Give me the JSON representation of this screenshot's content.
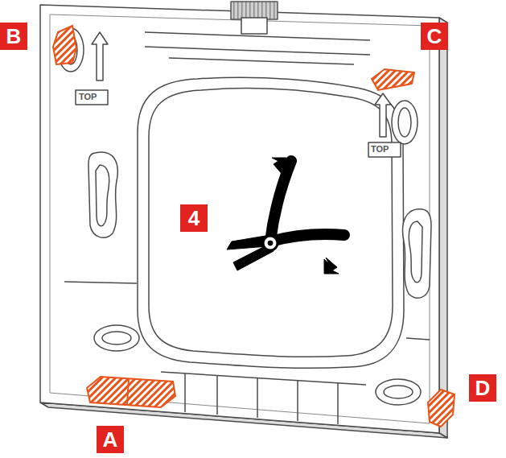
{
  "diagram": {
    "nodes": [
      {
        "text": [
          "B"
        ]
      },
      {
        "text": [
          "C"
        ]
      },
      {
        "text": [
          "4"
        ]
      },
      {
        "text": [
          "D"
        ]
      },
      {
        "text": [
          "A"
        ]
      }
    ],
    "labels": [
      "TOP",
      "TOP"
    ]
  }
}
